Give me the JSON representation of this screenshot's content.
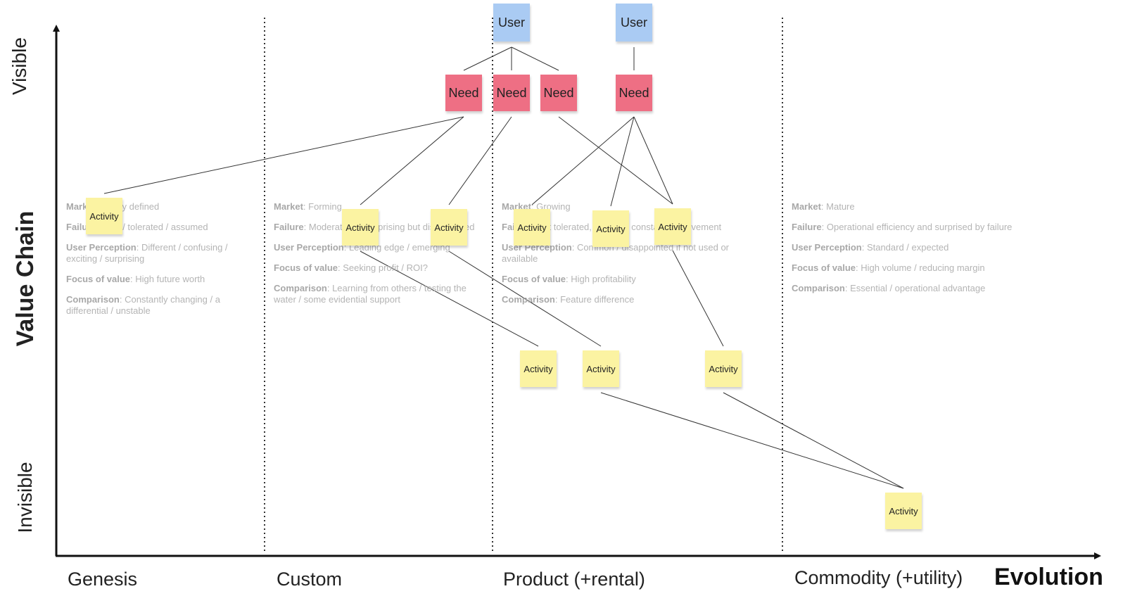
{
  "axes": {
    "y_top": "Visible",
    "y_title": "Value Chain",
    "y_bottom": "Invisible",
    "x_title": "Evolution"
  },
  "stages": [
    {
      "label": "Genesis",
      "rows": [
        {
          "k": "Market",
          "v": "Poorly defined"
        },
        {
          "k": "Failure",
          "v": "High / tolerated / assumed"
        },
        {
          "k": "User Perception",
          "v": "Different / confusing / exciting / surprising"
        },
        {
          "k": "Focus of value",
          "v": "High future worth"
        },
        {
          "k": "Comparison",
          "v": "Constantly changing / a differential / unstable"
        }
      ]
    },
    {
      "label": "Custom",
      "rows": [
        {
          "k": "Market",
          "v": "Forming"
        },
        {
          "k": "Failure",
          "v": "Moderate / unsurprising but disappointed"
        },
        {
          "k": "User Perception",
          "v": "Leading edge / emerging"
        },
        {
          "k": "Focus of value",
          "v": "Seeking profit / ROI?"
        },
        {
          "k": "Comparison",
          "v": "Learning from others / testing the water / some evidential support"
        }
      ]
    },
    {
      "label": "Product (+rental)",
      "rows": [
        {
          "k": "Market",
          "v": "Growing"
        },
        {
          "k": "Failure",
          "v": "Not tolerated, focus on constant improvement"
        },
        {
          "k": "User Perception",
          "v": "Common / disappointed if not used or available"
        },
        {
          "k": "Focus of value",
          "v": "High profitability"
        },
        {
          "k": "Comparison",
          "v": "Feature difference"
        }
      ]
    },
    {
      "label": "Commodity (+utility)",
      "rows": [
        {
          "k": "Market",
          "v": "Mature"
        },
        {
          "k": "Failure",
          "v": "Operational efficiency and surprised by failure"
        },
        {
          "k": "User Perception",
          "v": "Standard / expected"
        },
        {
          "k": "Focus of value",
          "v": "High volume / reducing margin"
        },
        {
          "k": "Comparison",
          "v": "Essential / operational advantage"
        }
      ]
    }
  ],
  "notes": [
    {
      "id": "u1",
      "type": "user",
      "label": "User"
    },
    {
      "id": "u2",
      "type": "user",
      "label": "User"
    },
    {
      "id": "n1",
      "type": "need",
      "label": "Need"
    },
    {
      "id": "n2",
      "type": "need",
      "label": "Need"
    },
    {
      "id": "n3",
      "type": "need",
      "label": "Need"
    },
    {
      "id": "n4",
      "type": "need",
      "label": "Need"
    },
    {
      "id": "a1",
      "type": "activity",
      "label": "Activity"
    },
    {
      "id": "a2",
      "type": "activity",
      "label": "Activity"
    },
    {
      "id": "a3",
      "type": "activity",
      "label": "Activity"
    },
    {
      "id": "a4",
      "type": "activity",
      "label": "Activity"
    },
    {
      "id": "a5",
      "type": "activity",
      "label": "Activity"
    },
    {
      "id": "a6",
      "type": "activity",
      "label": "Activity"
    },
    {
      "id": "a7",
      "type": "activity",
      "label": "Activity"
    },
    {
      "id": "a8",
      "type": "activity",
      "label": "Activity"
    },
    {
      "id": "a9",
      "type": "activity",
      "label": "Activity"
    },
    {
      "id": "a10",
      "type": "activity",
      "label": "Activity"
    }
  ],
  "links": [
    [
      "u1",
      "n1"
    ],
    [
      "u1",
      "n2"
    ],
    [
      "u1",
      "n3"
    ],
    [
      "u2",
      "n4"
    ],
    [
      "n1",
      "a1"
    ],
    [
      "n1",
      "a2"
    ],
    [
      "n2",
      "a3"
    ],
    [
      "n3",
      "a6"
    ],
    [
      "n4",
      "a4"
    ],
    [
      "n4",
      "a5"
    ],
    [
      "n4",
      "a6"
    ],
    [
      "a2",
      "a7"
    ],
    [
      "a3",
      "a8"
    ],
    [
      "a6",
      "a9"
    ],
    [
      "a8",
      "a10"
    ],
    [
      "a9",
      "a10"
    ]
  ],
  "colors": {
    "user": "#aacbf3",
    "need": "#ee6f84",
    "activity": "#fbf3a2"
  }
}
